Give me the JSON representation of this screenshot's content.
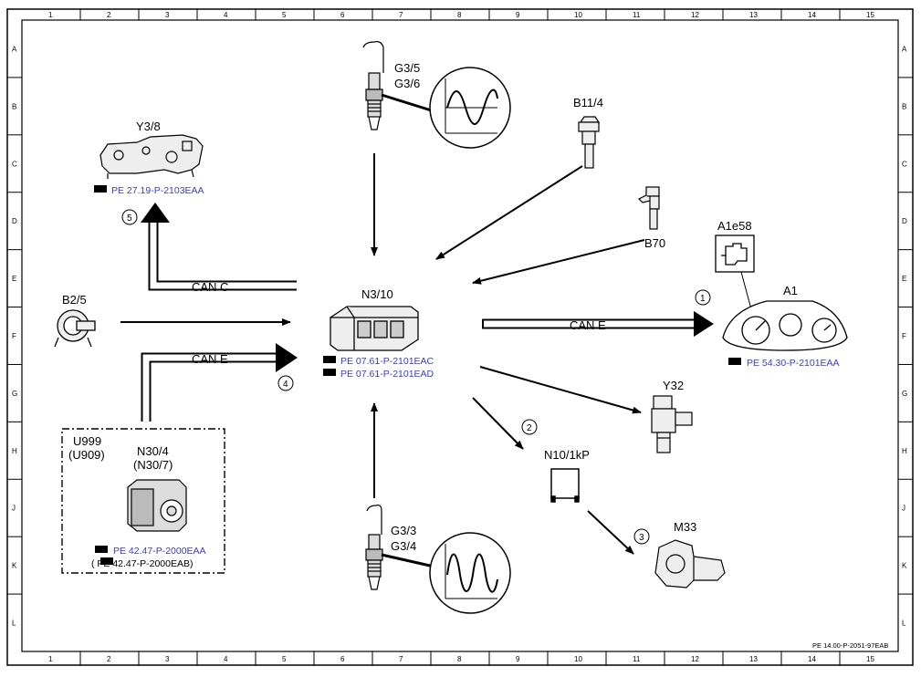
{
  "columns": [
    "1",
    "2",
    "3",
    "4",
    "5",
    "6",
    "7",
    "8",
    "9",
    "10",
    "11",
    "12",
    "13",
    "14",
    "15"
  ],
  "rows": [
    "A",
    "B",
    "C",
    "D",
    "E",
    "F",
    "G",
    "H",
    "J",
    "K",
    "L"
  ],
  "labels": {
    "g35": "G3/5",
    "g36": "G3/6",
    "b114": "B11/4",
    "y38": "Y3/8",
    "b70": "B70",
    "a1e58": "A1e58",
    "a1": "A1",
    "b25": "B2/5",
    "n310": "N3/10",
    "y32": "Y32",
    "u999": "U999",
    "u909": "(U909)",
    "n304": "N30/4",
    "n307": "(N30/7)",
    "n101kp": "N10/1kP",
    "m33": "M33",
    "g33": "G3/3",
    "g34": "G3/4"
  },
  "bus": {
    "can_c": "CAN C",
    "can_e_left": "CAN E",
    "can_e_right": "CAN E"
  },
  "refs": {
    "y38": "PE 27.19-P-2103EAA",
    "n310_a": "PE 07.61-P-2101EAC",
    "n310_b": "PE 07.61-P-2101EAD",
    "a1": "PE 54.30-P-2101EAA",
    "n304_a": "PE 42.47-P-2000EAA",
    "n304_b": "( PE 42.47-P-2000EAB)"
  },
  "markers": {
    "m1": "1",
    "m2": "2",
    "m3": "3",
    "m4": "4",
    "m5": "5"
  },
  "footer": "PE 14.00-P-2051-97EAB",
  "colors": {
    "ref_link": "#3a3adf",
    "line": "#000000"
  }
}
